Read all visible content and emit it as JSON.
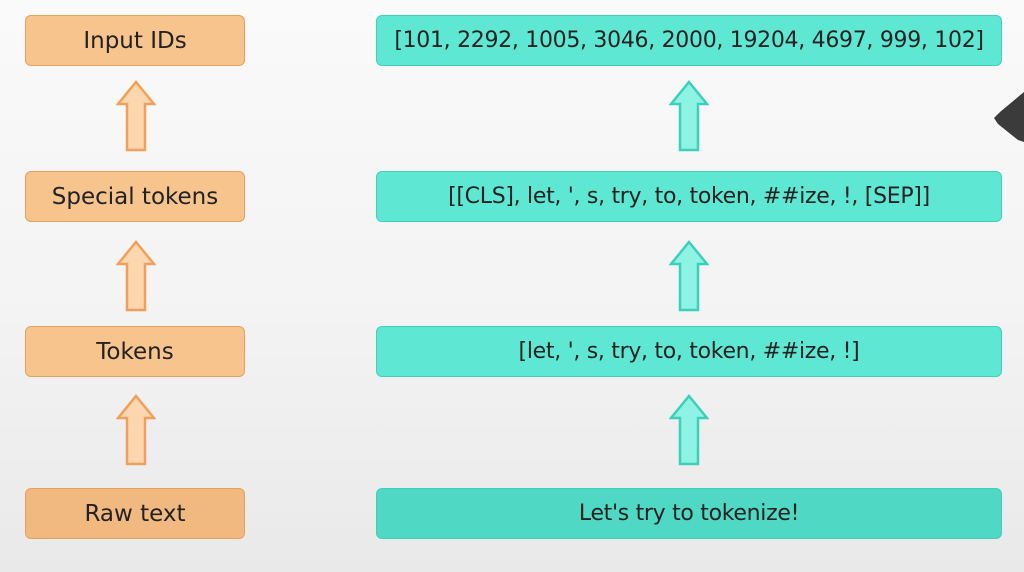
{
  "colors": {
    "left_fill": "#f8c48d",
    "left_border": "#e8a05a",
    "left_arrow": "#f0a05a",
    "right_fill": "#5ee8d4",
    "right_border": "#3fcfbb",
    "right_arrow": "#3ccfba"
  },
  "stages": [
    {
      "label": "Input IDs",
      "value": "[101, 2292, 1005, 3046, 2000, 19204, 4697, 999, 102]"
    },
    {
      "label": "Special tokens",
      "value": "[[CLS], let, ', s, try, to, token, ##ize, !, [SEP]]"
    },
    {
      "label": "Tokens",
      "value": "[let, ', s, try, to, token, ##ize, !]"
    },
    {
      "label": "Raw text",
      "value": "Let's try to tokenize!"
    }
  ]
}
